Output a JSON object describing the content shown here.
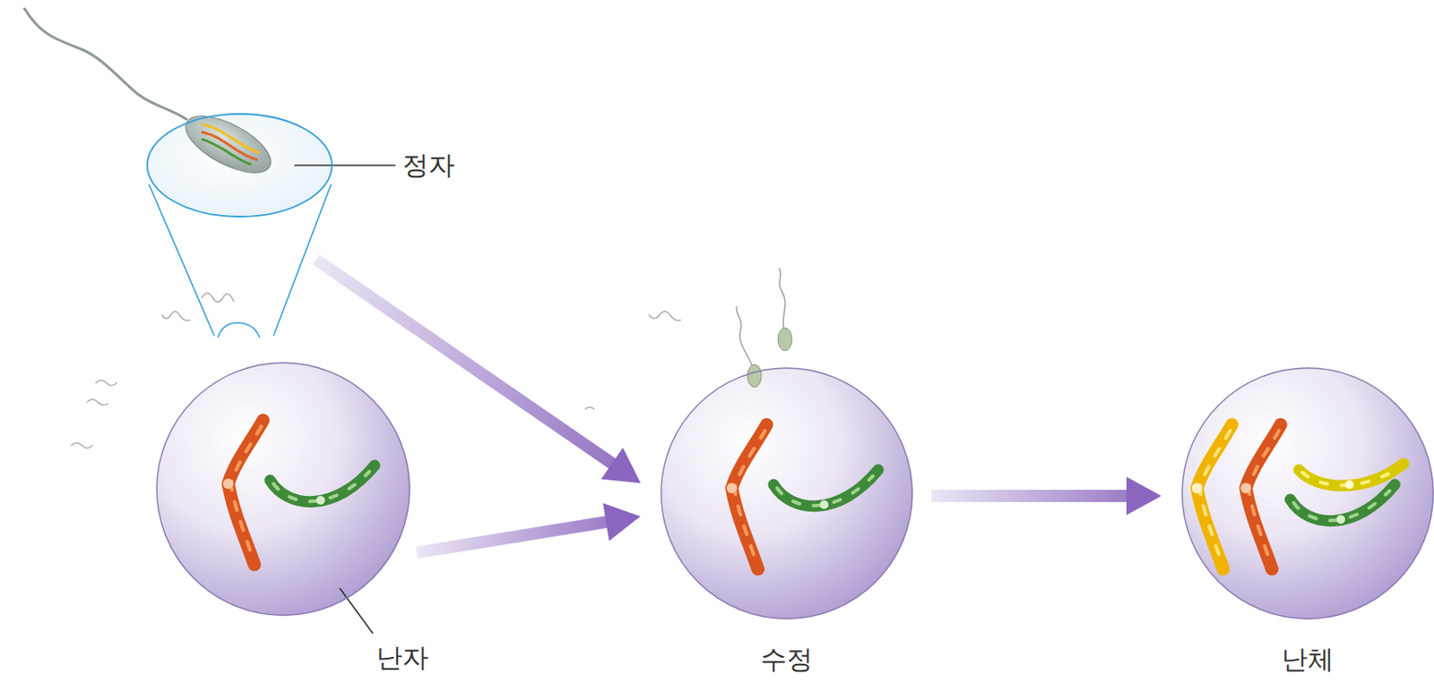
{
  "diagram": {
    "nodes": [
      {
        "text": [
          "정자"
        ]
      },
      {
        "text": [
          "난자"
        ]
      },
      {
        "text": [
          "수정"
        ]
      },
      {
        "text": [
          "난체"
        ]
      }
    ],
    "edges": [
      {
        "from": 0,
        "to": 2,
        "arrow": "to"
      },
      {
        "from": 1,
        "to": 2,
        "arrow": "to"
      },
      {
        "from": 2,
        "to": 3,
        "arrow": "to"
      }
    ]
  }
}
